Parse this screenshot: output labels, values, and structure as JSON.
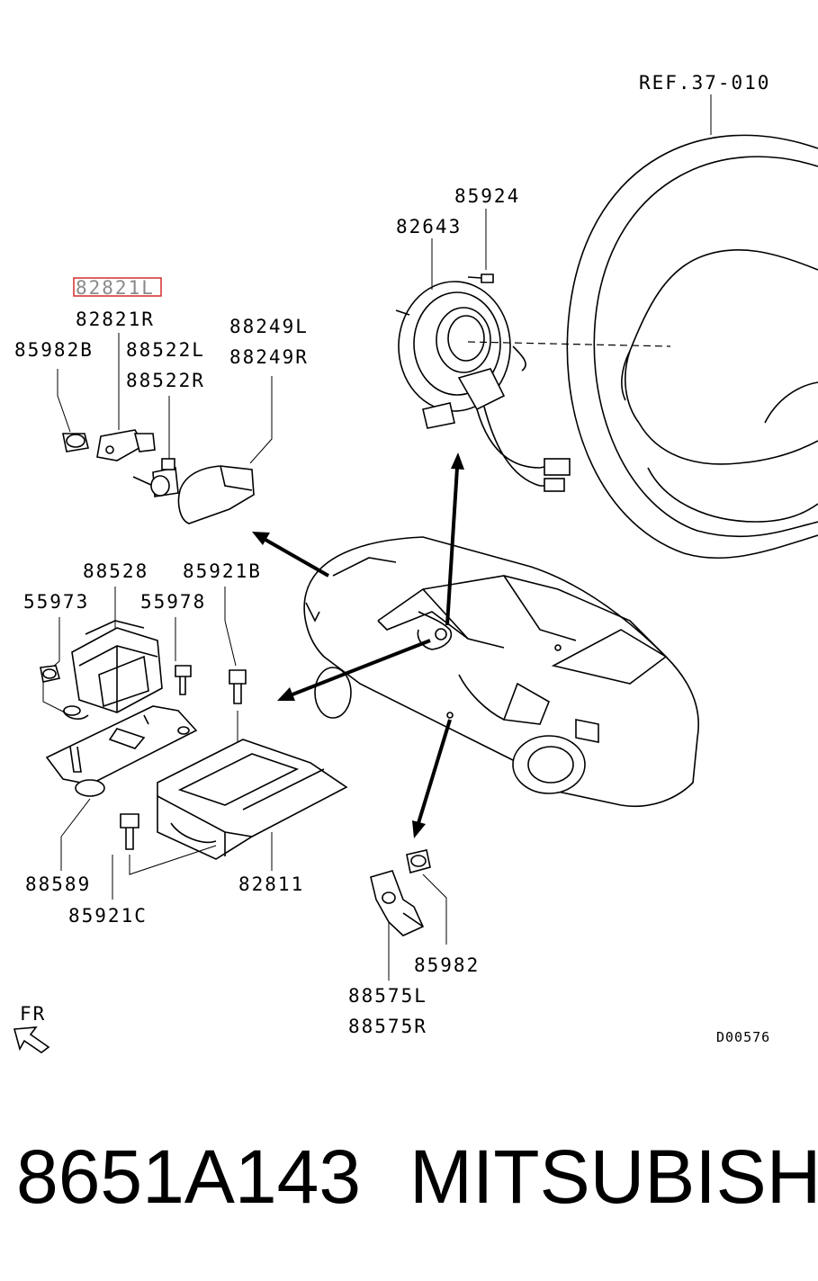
{
  "diagram": {
    "ref_label": "REF.37-010",
    "drawing_id": "D00576",
    "direction_label": "FR",
    "highlight_color": "#d62b2b",
    "parts": {
      "p85924": "85924",
      "p82643": "82643",
      "p82821L": "82821L",
      "p82821R": "82821R",
      "p85982B": "85982B",
      "p88522L": "88522L",
      "p88522R": "88522R",
      "p88249L": "88249L",
      "p88249R": "88249R",
      "p88528": "88528",
      "p85921B": "85921B",
      "p55973": "55973",
      "p55978": "55978",
      "p88589": "88589",
      "p85921C": "85921C",
      "p82811": "82811",
      "p85982": "85982",
      "p88575L": "88575L",
      "p88575R": "88575R"
    }
  },
  "footer": {
    "part_number": "8651A143",
    "brand": "MITSUBISHI"
  }
}
